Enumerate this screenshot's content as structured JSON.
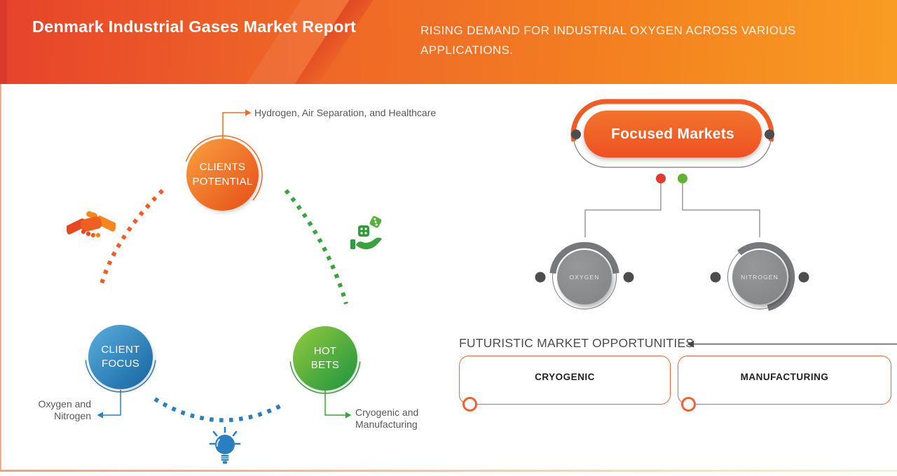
{
  "header": {
    "title": "Denmark Industrial Gases Market Report",
    "subtitle": "RISING DEMAND FOR INDUSTRIAL OXYGEN ACROSS VARIOUS APPLICATIONS."
  },
  "cycle": {
    "clients_potential": {
      "label": "CLIENTS POTENTIAL",
      "callout": "Hydrogen, Air Separation, and Healthcare"
    },
    "client_focus": {
      "label": "CLIENT FOCUS",
      "callout": "Oxygen and Nitrogen"
    },
    "hot_bets": {
      "label": "HOT BETS",
      "callout": "Cryogenic and Manufacturing"
    },
    "icons": [
      "handshake-icon",
      "dice-hand-icon",
      "lightbulb-icon"
    ]
  },
  "focused_markets": {
    "title": "Focused Markets",
    "nodes": [
      {
        "label": "OXYGEN"
      },
      {
        "label": "NITROGEN"
      }
    ]
  },
  "opportunities": {
    "heading": "FUTURISTIC MARKET OPPORTUNITIES",
    "items": [
      {
        "label": "CRYOGENIC"
      },
      {
        "label": "MANUFACTURING"
      }
    ]
  },
  "colors": {
    "header_gradient_start": "#e7432b",
    "header_gradient_end": "#f89d23",
    "accent_orange": "#f15a24",
    "accent_blue": "#2a7fc1",
    "accent_green": "#3aa33f",
    "node_gray": "#8a8c8e",
    "dot_red": "#e23b30",
    "dot_green": "#62b137",
    "text_gray": "#565759",
    "border_salmon": "#f4ab92"
  }
}
